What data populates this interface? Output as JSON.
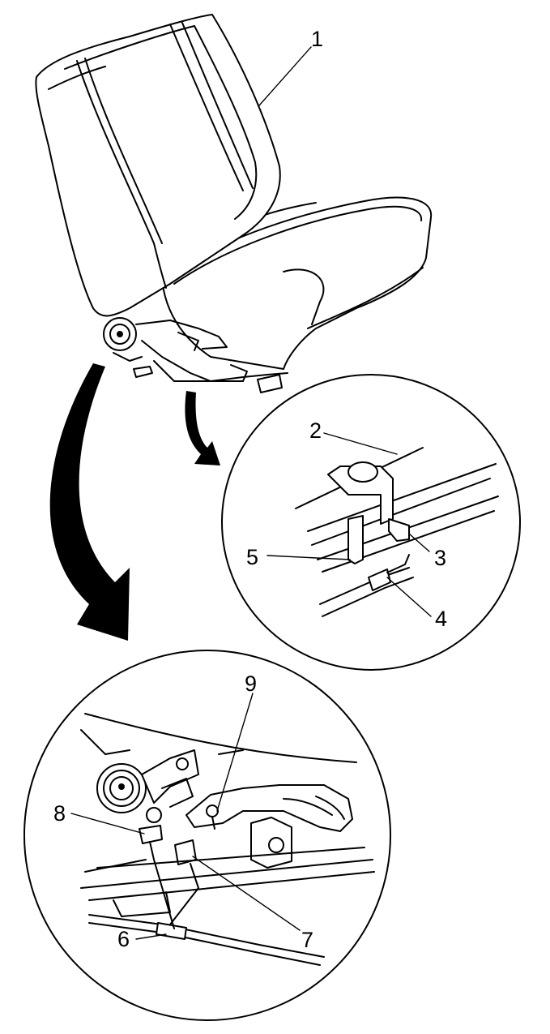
{
  "callouts": [
    {
      "id": "c1",
      "label": "1"
    },
    {
      "id": "c2",
      "label": "2"
    },
    {
      "id": "c3",
      "label": "3"
    },
    {
      "id": "c4",
      "label": "4"
    },
    {
      "id": "c5",
      "label": "5"
    },
    {
      "id": "c6",
      "label": "6"
    },
    {
      "id": "c7",
      "label": "7"
    },
    {
      "id": "c8",
      "label": "8"
    },
    {
      "id": "c9",
      "label": "9"
    }
  ],
  "colors": {
    "ink": "#000000",
    "paper": "#ffffff"
  }
}
